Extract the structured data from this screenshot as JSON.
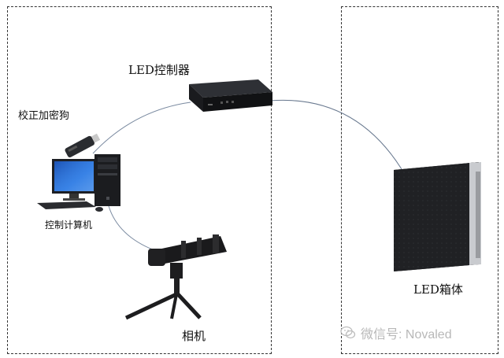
{
  "labels": {
    "led_controller": "LED控制器",
    "dongle": "校正加密狗",
    "control_pc": "控制计算机",
    "camera": "相机",
    "led_cabinet": "LED箱体"
  },
  "watermark": {
    "text": "微信号: Novaled",
    "icon": "wechat-icon"
  }
}
